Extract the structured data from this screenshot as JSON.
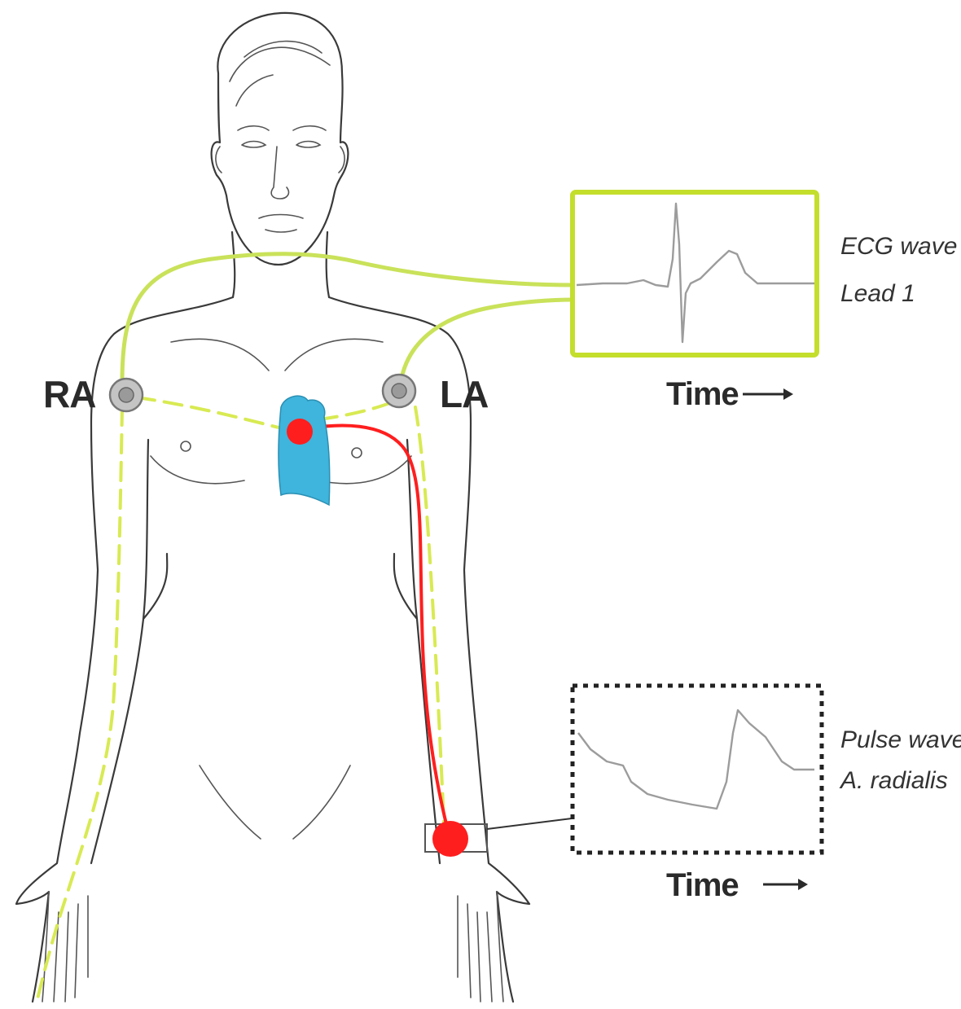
{
  "labels": {
    "right_arm": "RA",
    "left_arm": "LA",
    "ecg_title": "ECG wave",
    "ecg_subtitle": "Lead 1",
    "ecg_axis": "Time",
    "pulse_title": "Pulse wave",
    "pulse_subtitle": "A. radialis",
    "pulse_axis": "Time"
  },
  "colors": {
    "lead_wire": "#c9e25a",
    "pulse_path": "#ff1e1e",
    "heart": "#3fb4dc",
    "electrode": "#b8b8b8",
    "wave_trace": "#9c9c9c"
  },
  "icons": {
    "electrodes": "electrode-icon",
    "heart": "heart-icon",
    "time_arrow": "right-arrow-icon"
  }
}
